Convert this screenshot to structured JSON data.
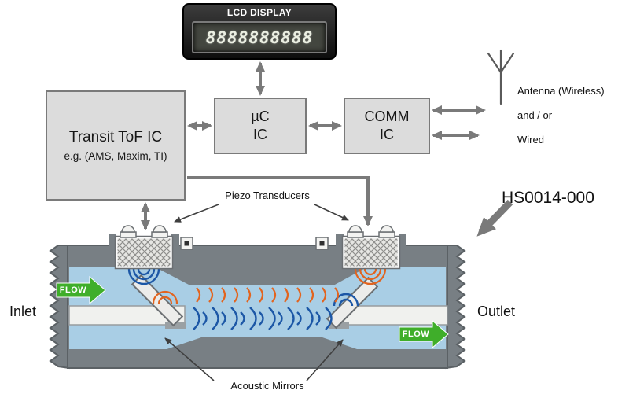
{
  "lcd": {
    "title": "LCD DISPLAY",
    "digits": "8888888888"
  },
  "blocks": {
    "tof": {
      "title": "Transit ToF IC",
      "subtitle": "e.g. (AMS, Maxim, TI)"
    },
    "mcu": {
      "line1": "µC",
      "line2": "IC"
    },
    "comm": {
      "line1": "COMM",
      "line2": "IC"
    }
  },
  "labels": {
    "antenna": "Antenna (Wireless)",
    "and_or": "and / or",
    "wired": "Wired",
    "piezo": "Piezo Transducers",
    "part_number": "HS0014-000",
    "inlet": "Inlet",
    "outlet": "Outlet",
    "acoustic_mirrors": "Acoustic Mirrors",
    "flow_left": "FLOW",
    "flow_right": "FLOW"
  },
  "colors": {
    "box_fill": "#dcdcdc",
    "box_border": "#7a7a7a",
    "arrow_gray": "#7a7a7a",
    "pipe_gray": "#787f84",
    "water_blue": "#a9cee5",
    "flow_green": "#3fae2a",
    "wave_blue": "#1c57a6",
    "wave_orange": "#e2641f"
  }
}
